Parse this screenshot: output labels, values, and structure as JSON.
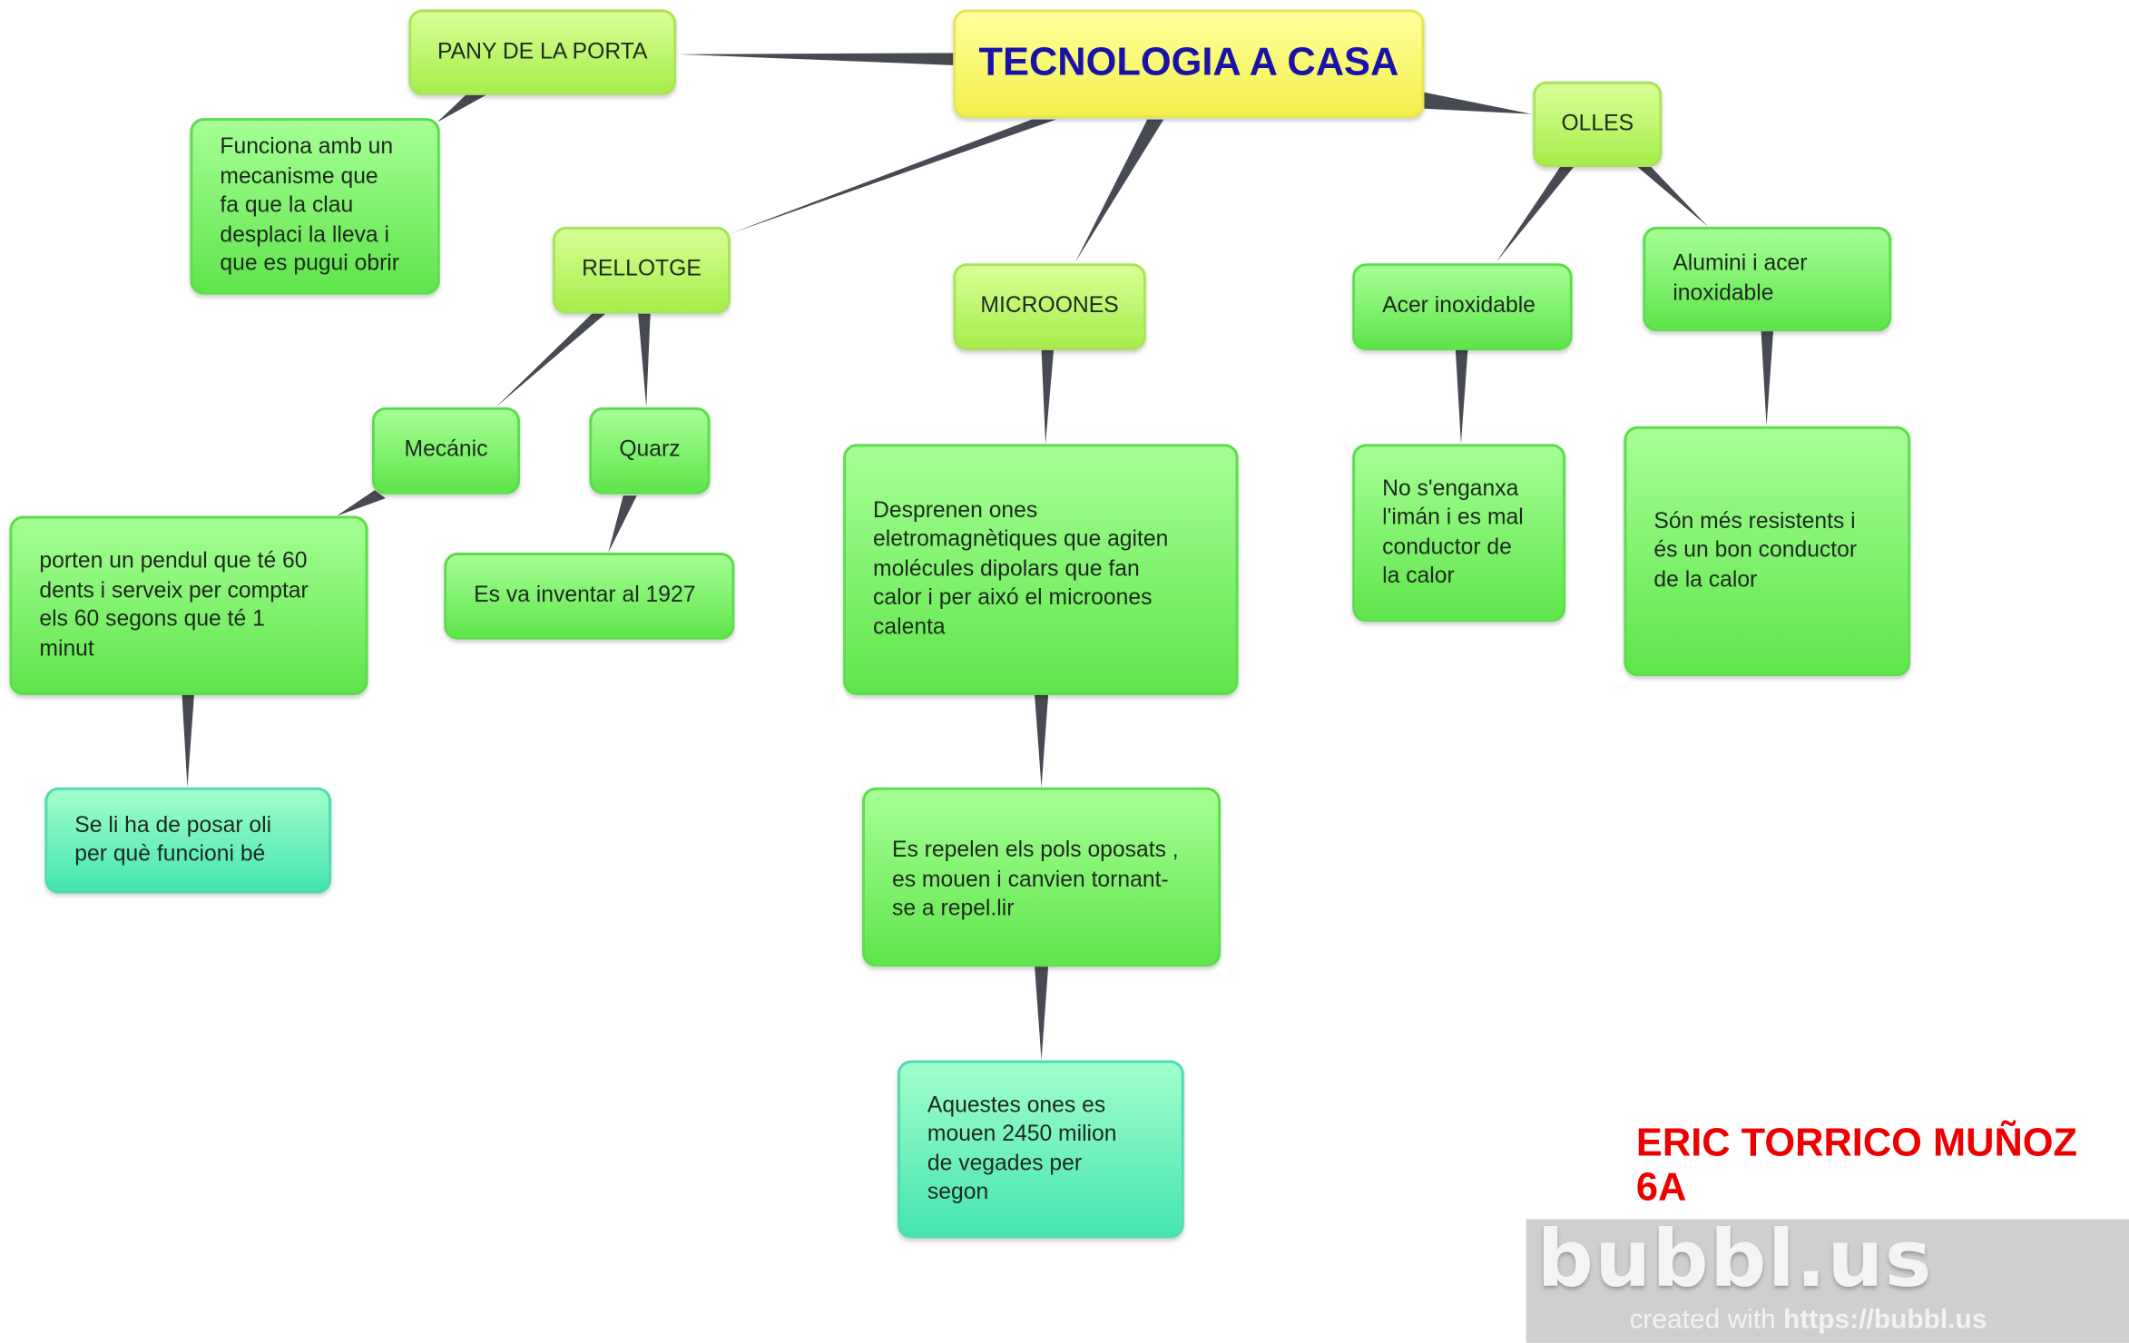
{
  "title": "TECNOLOGIA A CASA",
  "nodes": {
    "pany": "PANY DE LA PORTA",
    "funciona": "Funciona amb un\nmecanisme que\nfa que la clau\ndesplaci la lleva i\nque es pugui obrir",
    "rellotge": "RELLOTGE",
    "mecanic": "Mecánic",
    "quarz": "Quarz",
    "porten": "porten un pendul que té 60\ndents i serveix per comptar\nels 60 segons que té 1\nminut",
    "esva": "Es va inventar al 1927",
    "seli": "Se li ha de posar oli\nper què funcioni bé",
    "microones": "MICROONES",
    "desprenen": "Desprenen ones\neletromagnètiques que agiten\nmolécules dipolars que fan\ncalor i per aixó el microones\ncalenta",
    "repelen": "Es repelen els pols oposats ,\nes mouen i canvien tornant-\nse a repel.lir",
    "aquestes": "Aquestes ones es\nmouen 2450 milion\nde vegades per\nsegon",
    "olles": "OLLES",
    "acer": "Acer inoxidable",
    "alumini": "Alumini i acer\ninoxidable",
    "noseng": "No s'enganxa\nl'imán i es mal\nconductor de\nla calor",
    "son": "Són més resistents i\nés un bon conductor\nde la calor"
  },
  "author": "ERIC TORRICO MUÑOZ\n6A",
  "watermark": {
    "logo": "bubbl.us",
    "created": "created with ",
    "url": "https://bubbl.us"
  }
}
